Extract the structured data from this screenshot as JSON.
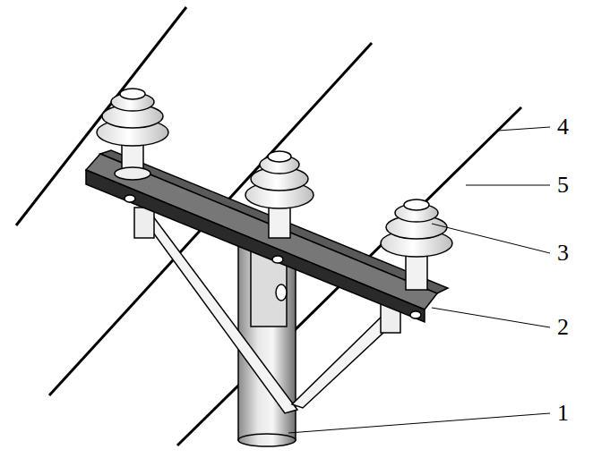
{
  "diagram": {
    "labels": [
      "4",
      "5",
      "3",
      "2",
      "1"
    ]
  }
}
